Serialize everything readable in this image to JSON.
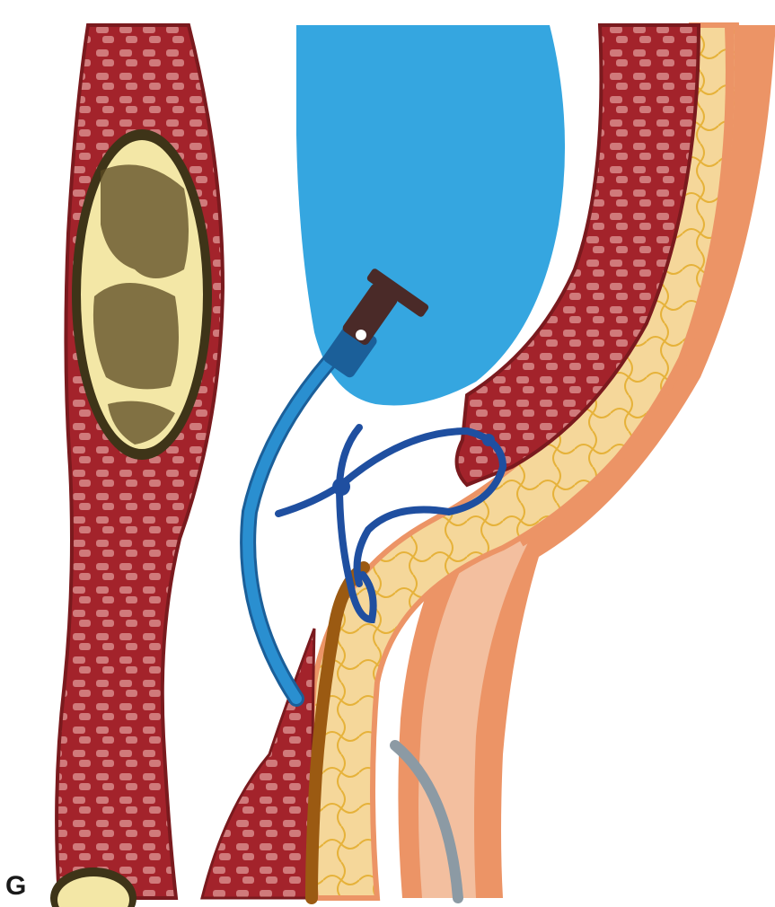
{
  "figure": {
    "panel_label": "G"
  },
  "colors": {
    "background": "#ffffff",
    "muscle": "#a3232b",
    "muscle_fiber": "#d98a8a",
    "muscle_outline": "#7a1a1e",
    "bone_marrow": "#f3e7a6",
    "bone_cortex": "#3e3418",
    "fat": "#f5d79a",
    "fat_lines": "#e6b23a",
    "fascia": "#ec9466",
    "skin_inner": "#f4c3a5",
    "bladder": "#35a6e0",
    "catheter": "#2a8fd0",
    "catheter_outline": "#1b5f99",
    "suture": "#1f4fa0",
    "drain": "#9b5a12",
    "vessel": "#8c9aa4",
    "cap": "#4a2a28"
  },
  "structures": [
    "pubic-bone",
    "rectus-muscle-left",
    "bladder",
    "abdominal-wall-muscle",
    "subcutaneous-fat",
    "fascia-layer",
    "skin-layer",
    "catheter-tube",
    "catheter-cap",
    "purse-string-suture",
    "drain-tube",
    "vessel"
  ]
}
